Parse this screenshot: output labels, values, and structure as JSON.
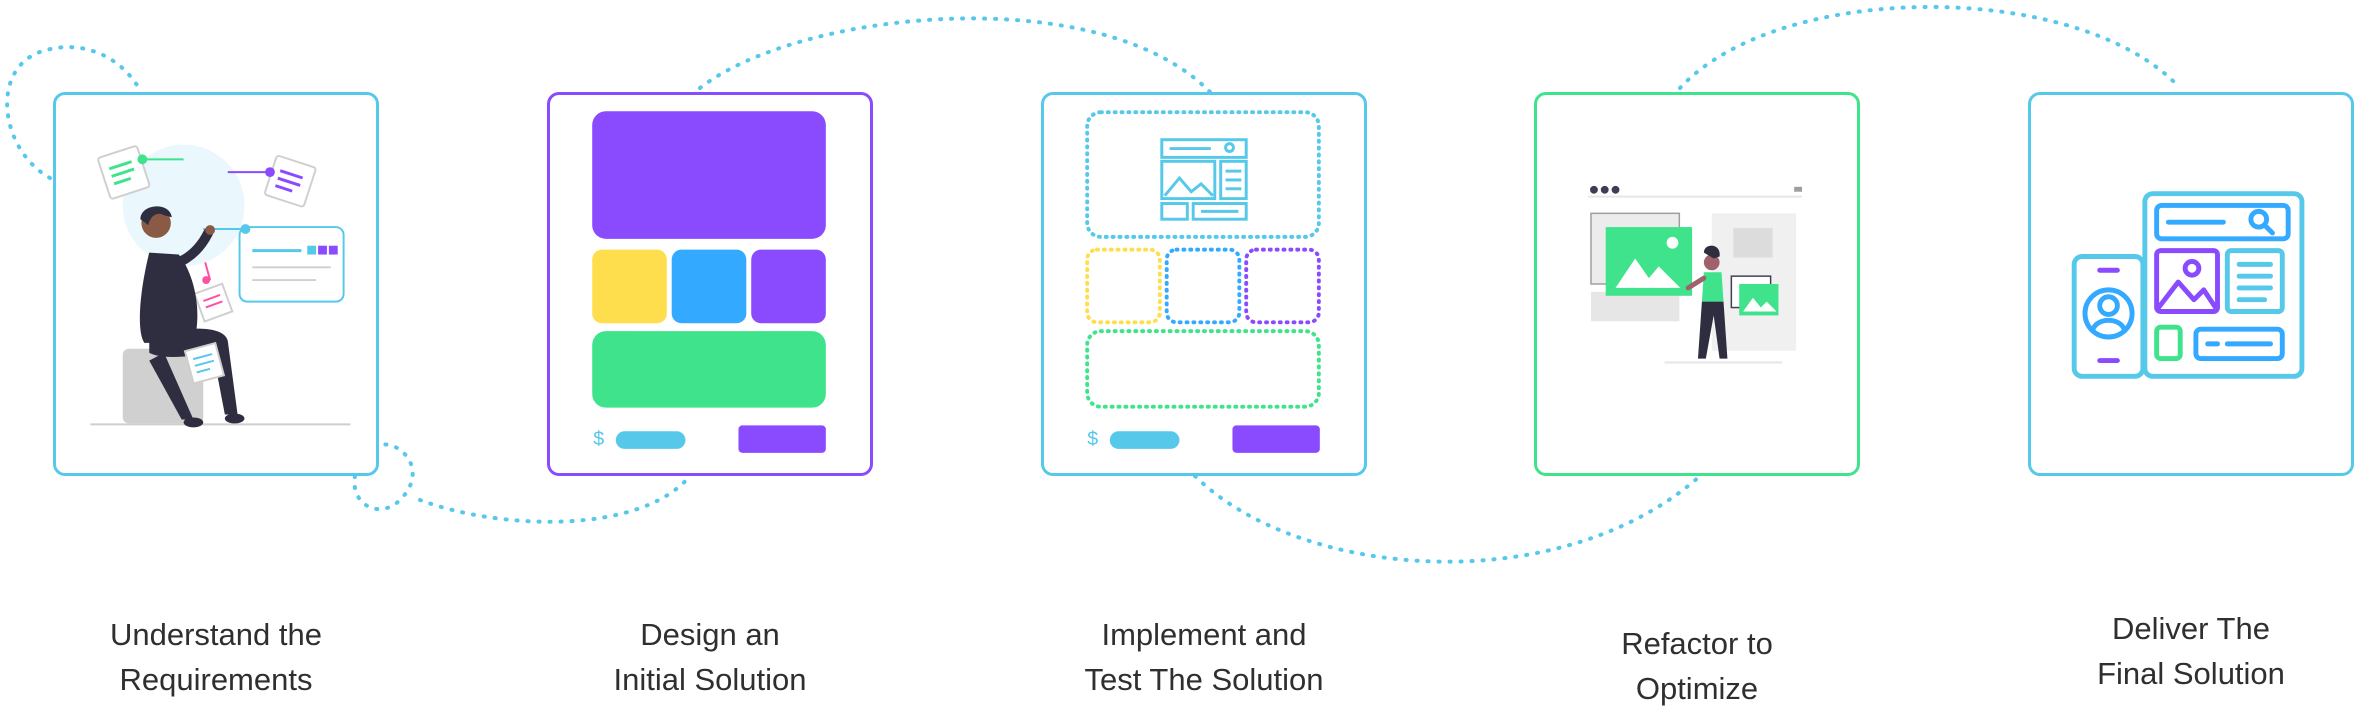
{
  "colors": {
    "blue": "#56c8ea",
    "purple": "#8a4bff",
    "green": "#3fe38c",
    "yellow": "#ffde4d",
    "sky": "#33a9ff"
  },
  "steps": [
    {
      "line1": "Understand the",
      "line2": "Requirements",
      "illustration": "person-analyzing-requirements"
    },
    {
      "line1": "Design an",
      "line2": "Initial Solution",
      "illustration": "wireframe-layout-blocks"
    },
    {
      "line1": "Implement and",
      "line2": "Test The Solution",
      "illustration": "dashed-wireframe"
    },
    {
      "line1": "Refactor to",
      "line2": "Optimize",
      "illustration": "person-arranging-images"
    },
    {
      "line1": "Deliver The",
      "line2": "Final Solution",
      "illustration": "phone-and-tablet-ui"
    }
  ],
  "price_symbol": "$"
}
